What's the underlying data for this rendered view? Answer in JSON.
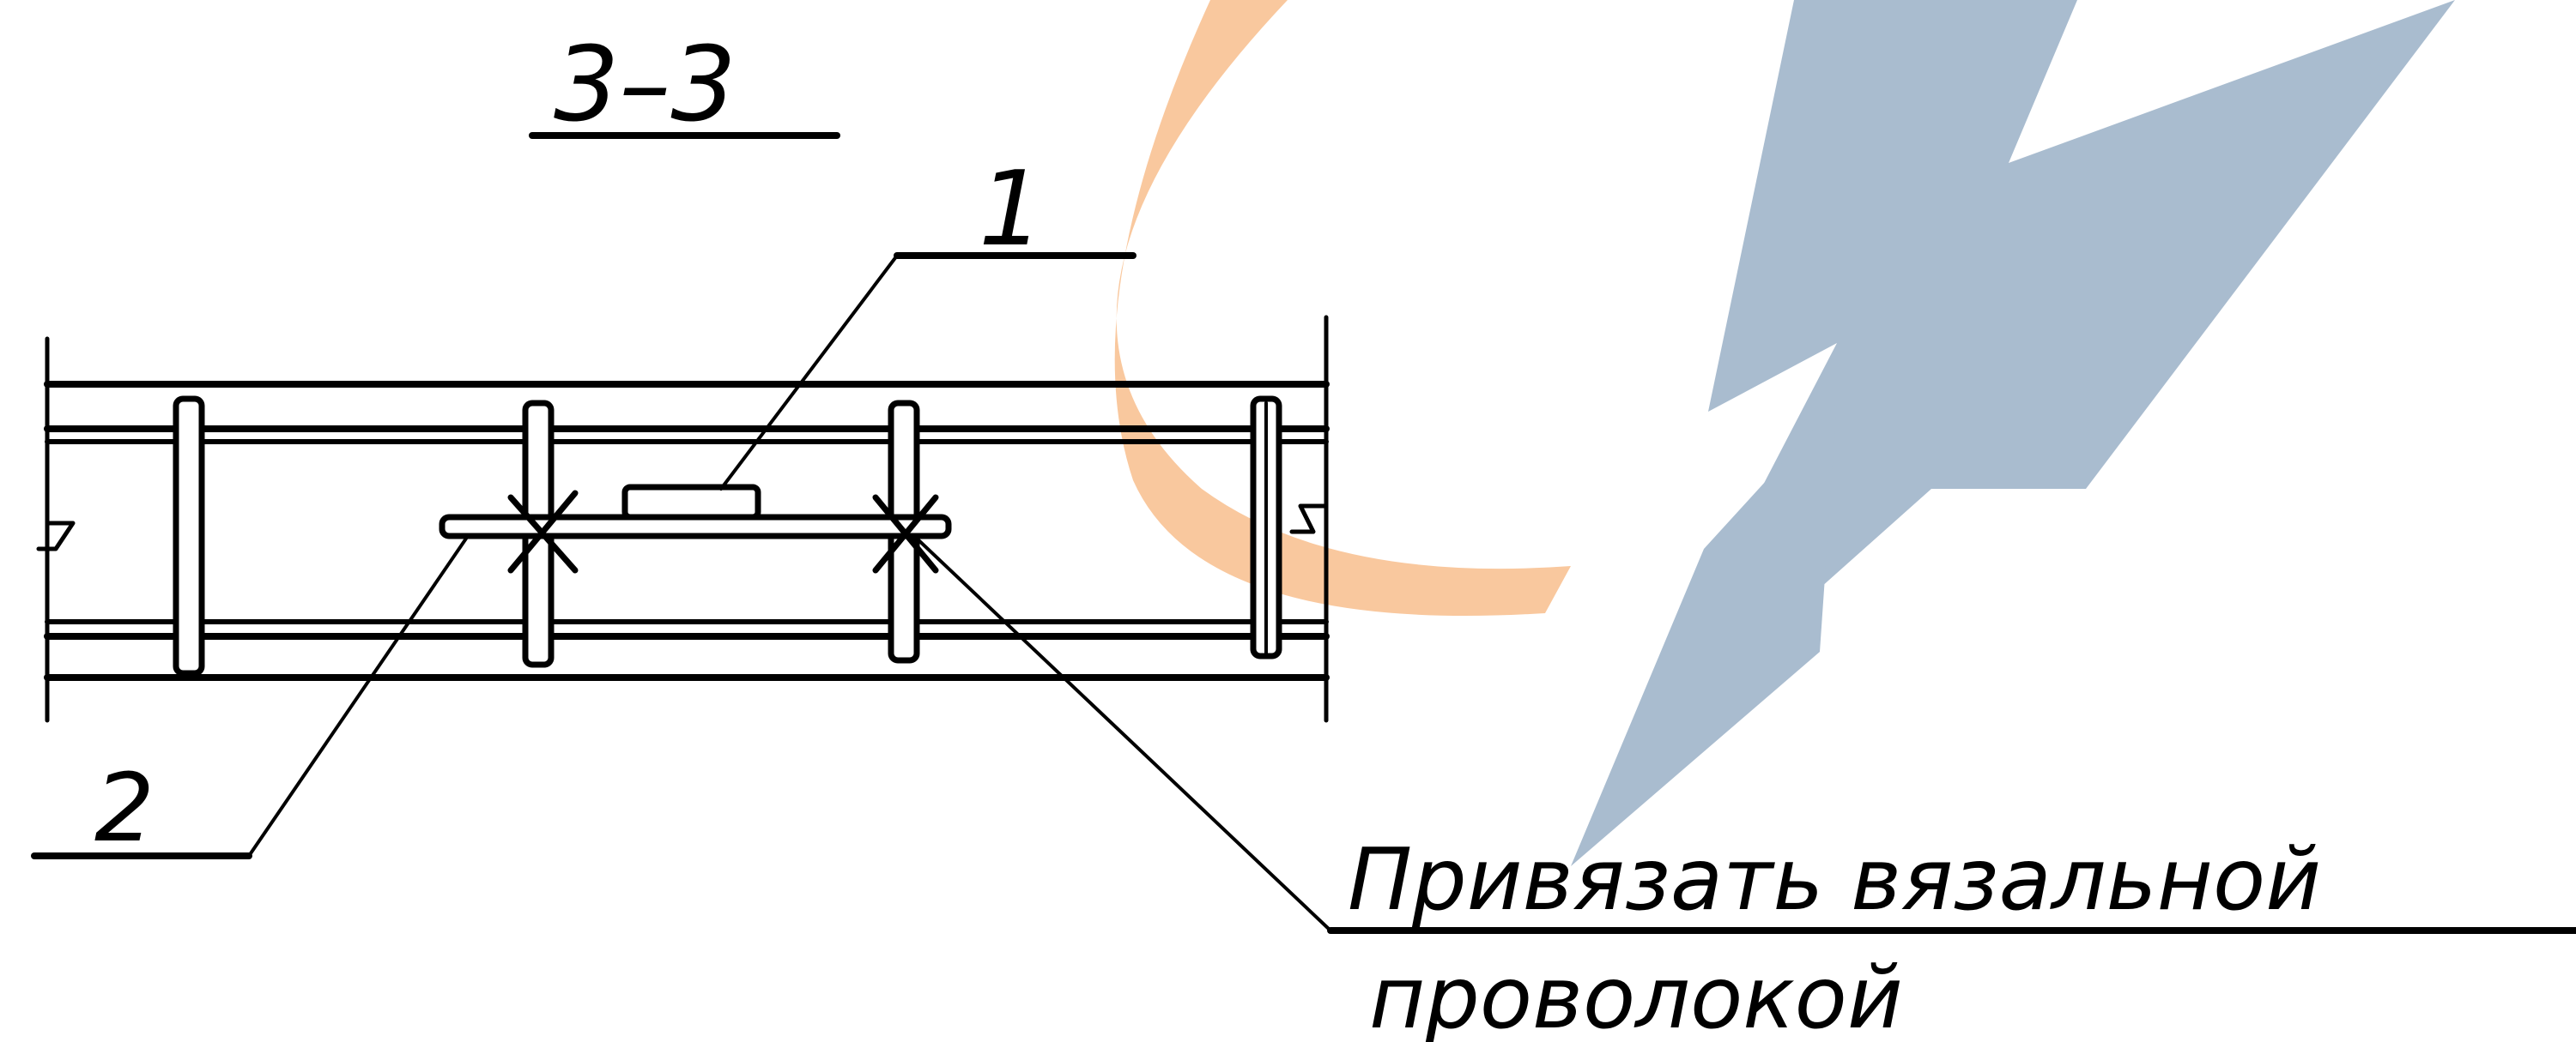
{
  "section": {
    "label": "3–3"
  },
  "callouts": [
    {
      "id": "1",
      "label": "1"
    },
    {
      "id": "2",
      "label": "2"
    }
  ],
  "note": {
    "line1": "Привязать вязальной",
    "line2": "проволокой"
  },
  "watermark": {
    "name": "logo-watermark",
    "colors": {
      "arc": "#f9c89e",
      "bolt": "#a9bccf"
    }
  },
  "colors": {
    "ink": "#000000",
    "background": "#ffffff"
  }
}
